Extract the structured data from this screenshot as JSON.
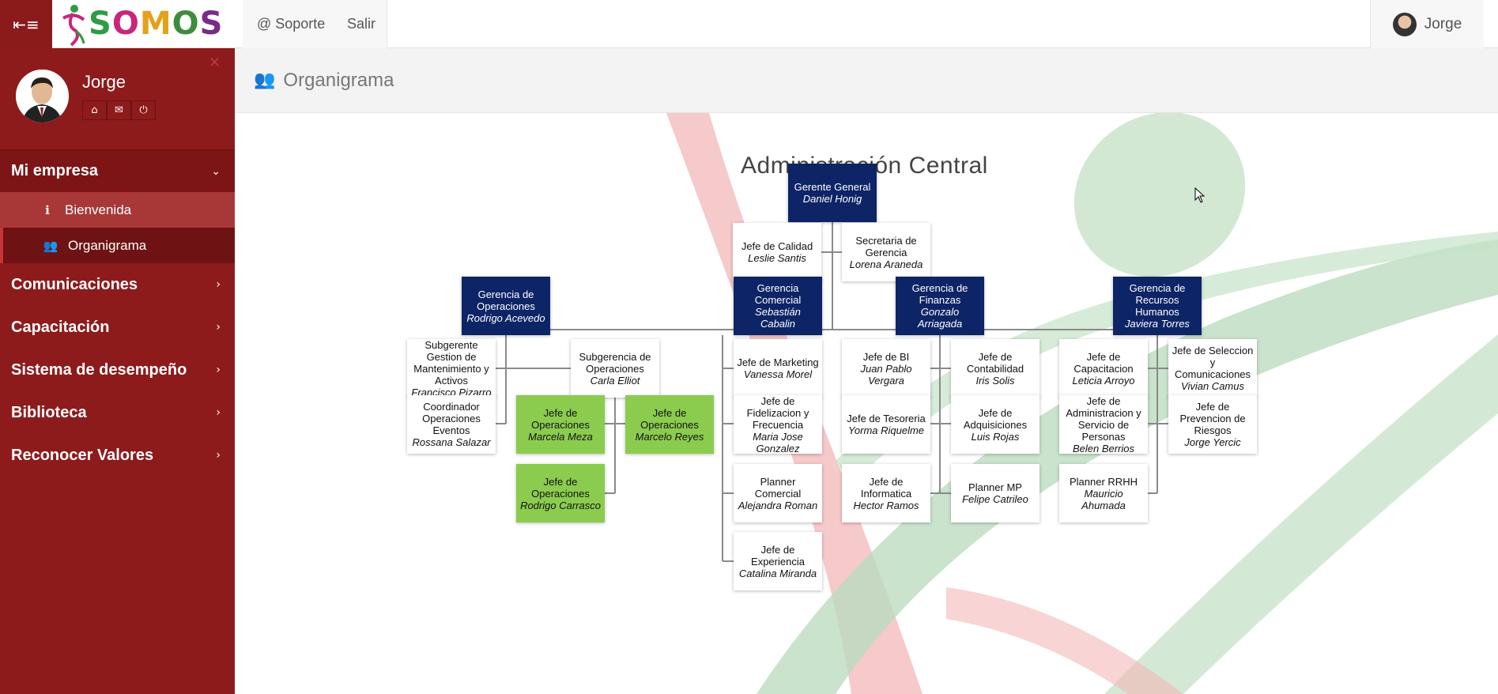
{
  "brand": {
    "logo_text": "SOMOS"
  },
  "topbar": {
    "menu_icon": "menu-back-icon",
    "support_label": "@ Soporte",
    "exit_label": "Salir",
    "user_name": "Jorge"
  },
  "sidebar": {
    "user_name": "Jorge",
    "groups": [
      {
        "label": "Mi empresa",
        "expanded": true,
        "items": [
          {
            "label": "Bienvenida",
            "icon": "info-icon"
          },
          {
            "label": "Organigrama",
            "icon": "users-icon",
            "active": true
          }
        ]
      },
      {
        "label": "Comunicaciones"
      },
      {
        "label": "Capacitación"
      },
      {
        "label": "Sistema de desempeño"
      },
      {
        "label": "Biblioteca"
      },
      {
        "label": "Reconocer Valores"
      }
    ]
  },
  "page": {
    "title": "Organigrama"
  },
  "org": {
    "title": "Administración Central",
    "nodes": [
      {
        "id": "gg",
        "role": "Gerente General",
        "name": "Daniel Honig",
        "style": "navy"
      },
      {
        "id": "jc",
        "role": "Jefe de Calidad",
        "name": "Leslie Santis"
      },
      {
        "id": "sg",
        "role": "Secretaria de Gerencia",
        "name": "Lorena Araneda"
      },
      {
        "id": "go",
        "role": "Gerencia de Operaciones",
        "name": "Rodrigo Acevedo",
        "style": "navy"
      },
      {
        "id": "gc",
        "role": "Gerencia Comercial",
        "name": "Sebastián Cabalin",
        "style": "navy"
      },
      {
        "id": "gf",
        "role": "Gerencia de Finanzas",
        "name": "Gonzalo Arriagada",
        "style": "navy"
      },
      {
        "id": "grh",
        "role": "Gerencia de Recursos Humanos",
        "name": "Javiera Torres",
        "style": "navy"
      },
      {
        "id": "sgm",
        "role": "Subgerente Gestion de Mantenimiento y Activos",
        "name": "Francisco Pizarro"
      },
      {
        "id": "coe",
        "role": "Coordinador Operaciones Eventos",
        "name": "Rossana Salazar"
      },
      {
        "id": "sgo",
        "role": "Subgerencia de Operaciones",
        "name": "Carla Elliot"
      },
      {
        "id": "jo1",
        "role": "Jefe de Operaciones",
        "name": "Marcela Meza",
        "style": "green"
      },
      {
        "id": "jo2",
        "role": "Jefe de Operaciones",
        "name": "Marcelo Reyes",
        "style": "green"
      },
      {
        "id": "jo3",
        "role": "Jefe de Operaciones",
        "name": "Rodrigo Carrasco",
        "style": "green"
      },
      {
        "id": "jm",
        "role": "Jefe de Marketing",
        "name": "Vanessa Morel"
      },
      {
        "id": "jff",
        "role": "Jefe de Fidelizacion y Frecuencia",
        "name": "Maria Jose Gonzalez"
      },
      {
        "id": "pc",
        "role": "Planner Comercial",
        "name": "Alejandra Roman"
      },
      {
        "id": "je",
        "role": "Jefe de Experiencia",
        "name": "Catalina Miranda"
      },
      {
        "id": "jbi",
        "role": "Jefe de BI",
        "name": "Juan Pablo Vergara"
      },
      {
        "id": "jt",
        "role": "Jefe de Tesoreria",
        "name": "Yorma Riquelme"
      },
      {
        "id": "ji",
        "role": "Jefe de Informatica",
        "name": "Hector Ramos"
      },
      {
        "id": "jcon",
        "role": "Jefe de Contabilidad",
        "name": "Iris Solis"
      },
      {
        "id": "ja",
        "role": "Jefe de Adquisiciones",
        "name": "Luis Rojas"
      },
      {
        "id": "pmp",
        "role": "Planner MP",
        "name": "Felipe Catrileo"
      },
      {
        "id": "jcap",
        "role": "Jefe de Capacitacion",
        "name": "Leticia Arroyo"
      },
      {
        "id": "jasp",
        "role": "Jefe de Administracion y Servicio de Personas",
        "name": "Belen Berrios"
      },
      {
        "id": "prh",
        "role": "Planner RRHH",
        "name": "Mauricio Ahumada"
      },
      {
        "id": "jsc",
        "role": "Jefe de Seleccion y Comunicaciones",
        "name": "Vivian Camus"
      },
      {
        "id": "jpr",
        "role": "Jefe de Prevencion de Riesgos",
        "name": "Jorge Yercic"
      }
    ]
  }
}
